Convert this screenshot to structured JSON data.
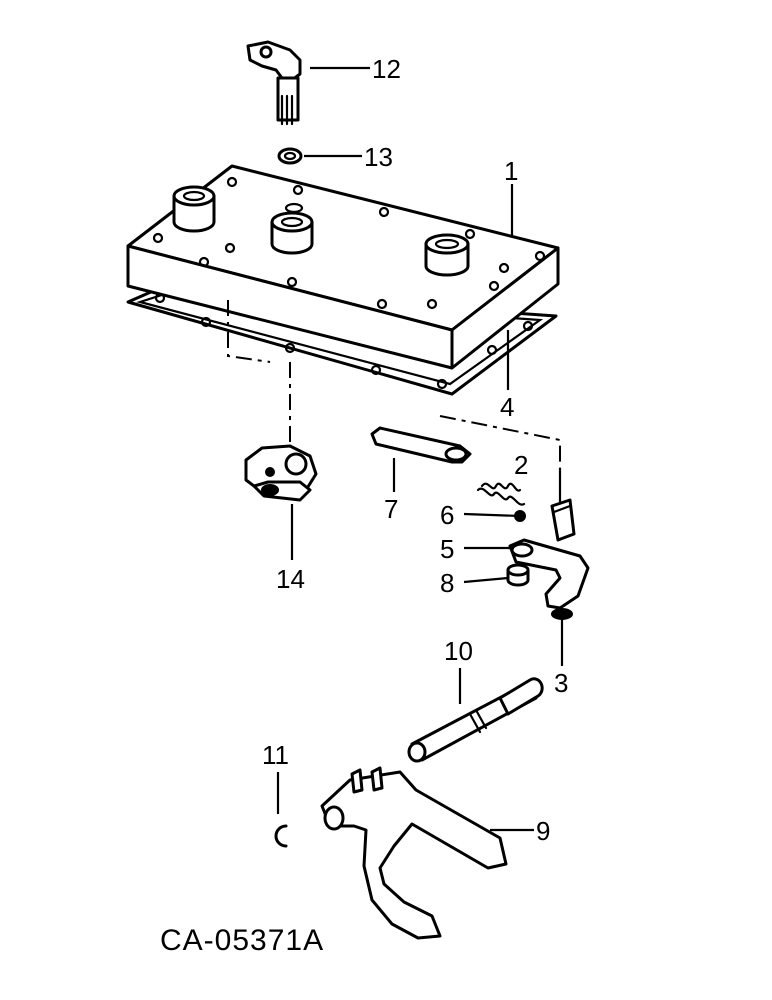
{
  "callouts": {
    "c1": "1",
    "c2": "2",
    "c3": "3",
    "c4": "4",
    "c5": "5",
    "c6": "6",
    "c7": "7",
    "c8": "8",
    "c9": "9",
    "c10": "10",
    "c11": "11",
    "c12": "12",
    "c13": "13",
    "c14": "14"
  },
  "reference_code": "CA-05371A",
  "colors": {
    "ink": "#000000",
    "paper": "#ffffff"
  }
}
